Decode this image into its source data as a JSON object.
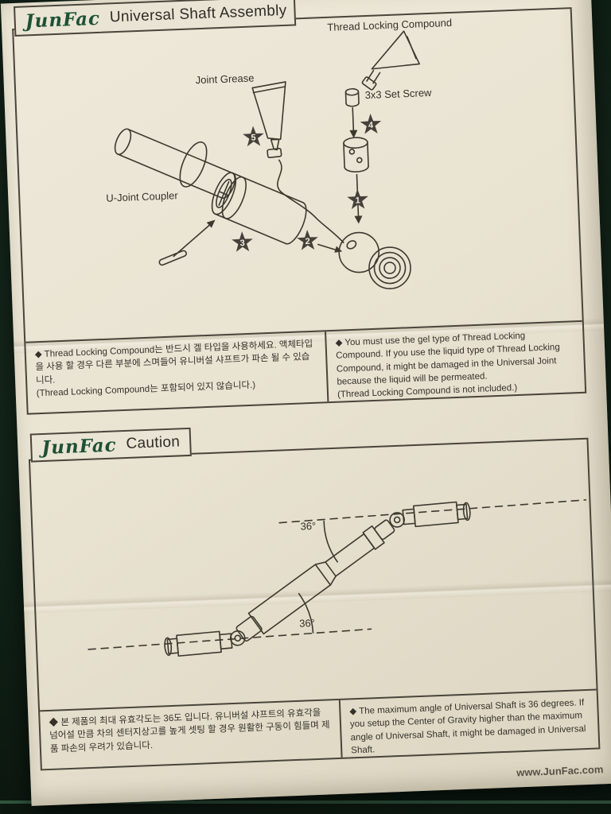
{
  "assembly": {
    "logo": "JunFac",
    "title": "Universal Shaft Assembly",
    "labels": {
      "thread_locking_compound": "Thread Locking Compound",
      "joint_grease": "Joint Grease",
      "set_screw": "3x3 Set Screw",
      "u_joint_coupler": "U-Joint Coupler"
    },
    "steps": [
      "1",
      "2",
      "3",
      "4",
      "5"
    ],
    "note_kr": {
      "body": "◆ Thread Locking Compound는 반드시 겔 타입을 사용하세요. 액체타입을 사용 할 경우 다른 부분에 스며들어 유니버설 샤프트가 파손 될 수 있습니다.",
      "paren": "(Thread Locking Compound는 포함되어 있지 않습니다.)"
    },
    "note_en": {
      "body": "◆ You must use the gel type of Thread Locking Compound. If you use the liquid type of Thread Locking Compound, it might be damaged in the Universal Joint because the liquid will be permeated.",
      "paren": "(Thread Locking Compound is not included.)"
    }
  },
  "caution": {
    "logo": "JunFac",
    "title": "Caution",
    "angle_top": "36°",
    "angle_bottom": "36°",
    "note_kr": "◆ 본 제품의 최대 유효각도는 36도 입니다. 유니버설 샤프트의 유효각을 넘어설 만큼 차의 센터지상고를 높게 셋팅 할 경우 원활한 구동이 힘들며 제품 파손의 우려가 있습니다.",
    "note_en": "◆ The maximum angle of Universal Shaft is 36 degrees. If you setup the Center of Gravity higher than the maximum angle of Universal Shaft, it might be damaged in Universal Shaft."
  },
  "footer": {
    "website": "www.JunFac.com"
  }
}
